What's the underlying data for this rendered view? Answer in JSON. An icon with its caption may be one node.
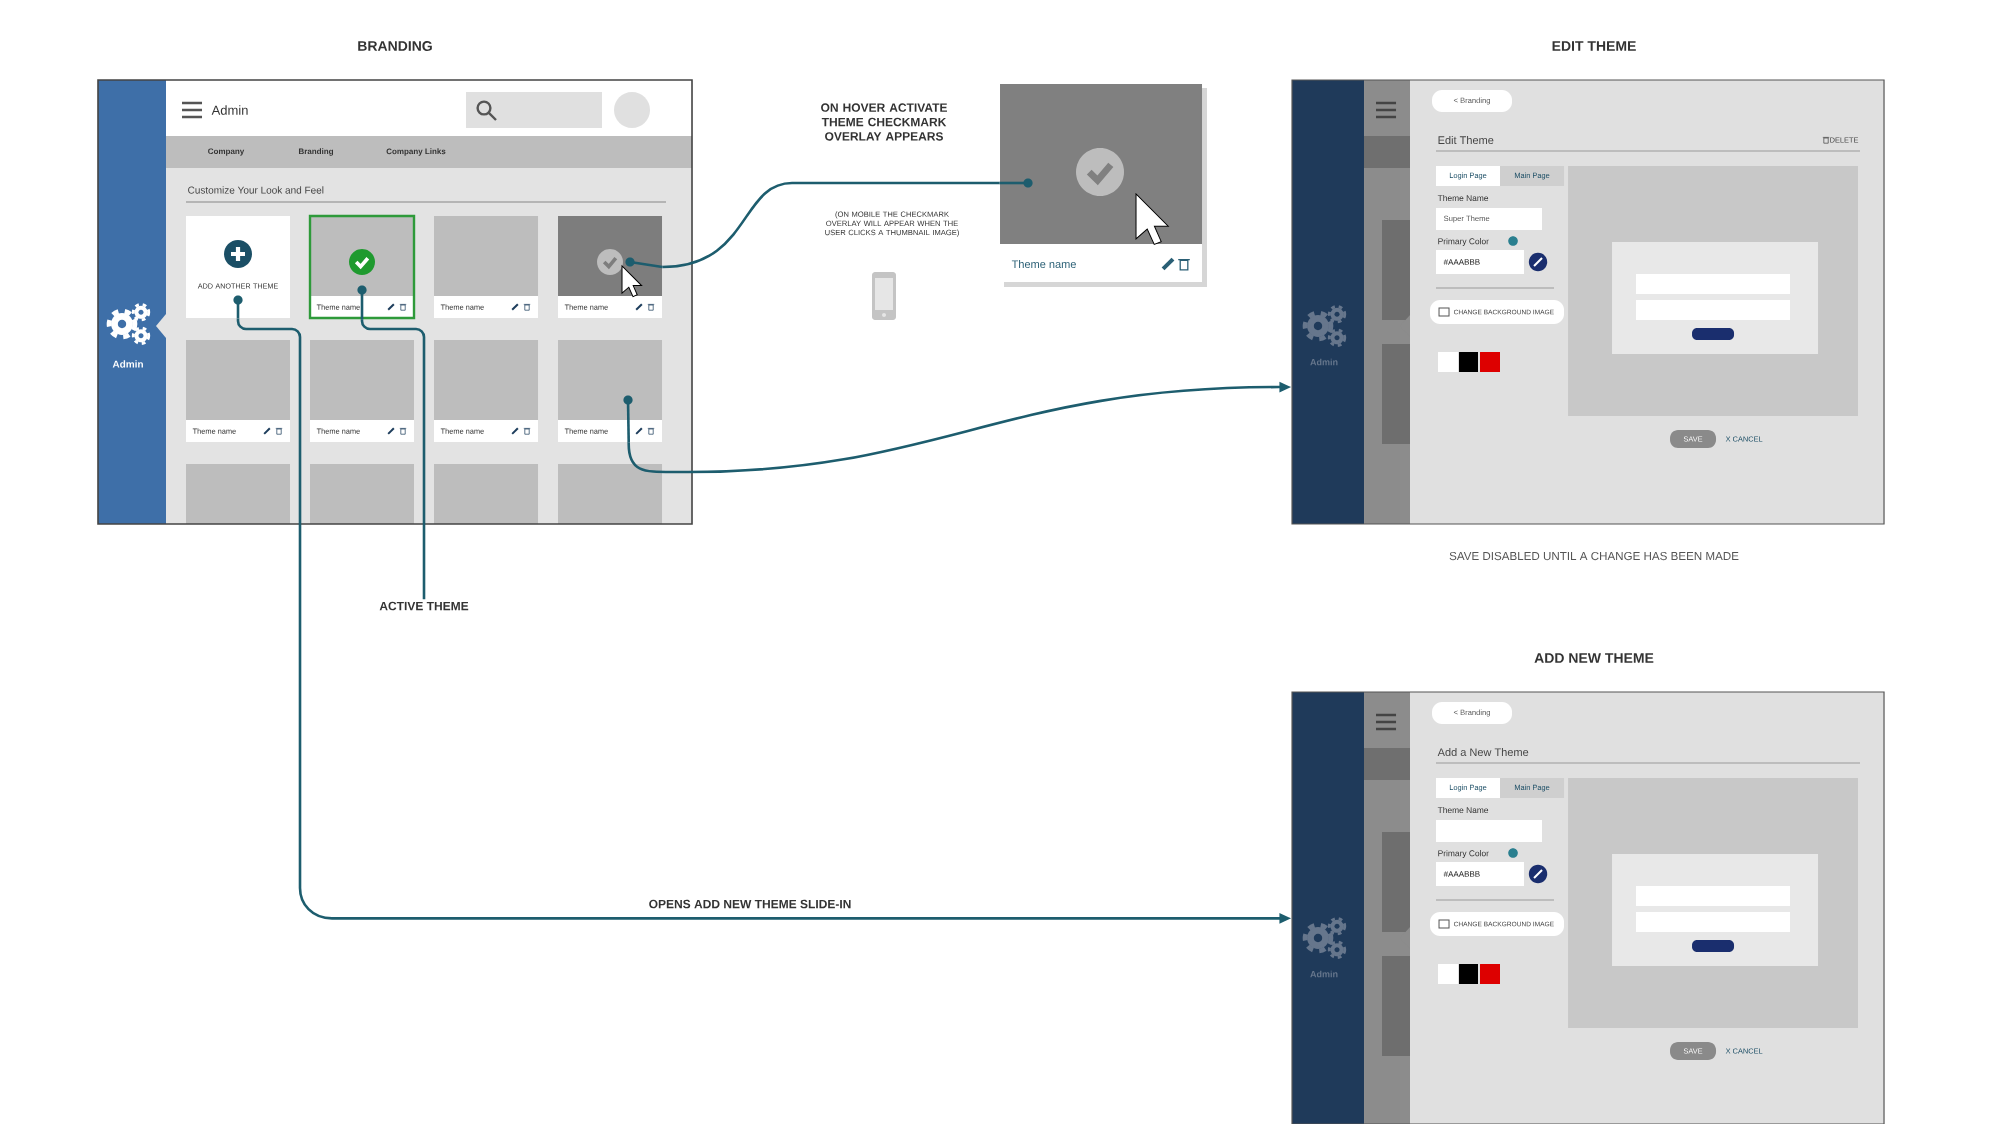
{
  "diagram": {
    "nodes": [
      {
        "text": [
          "BRANDING"
        ]
      },
      {
        "text": [
          "ADD ANOTHER THEME"
        ],
        "in": 0
      },
      {
        "text": [
          "Theme name"
        ],
        "in": 0
      },
      {
        "text": [
          "Theme name"
        ],
        "in": 0
      },
      {
        "text": [
          "Theme name"
        ],
        "in": 0
      },
      {
        "text": [
          "Theme name"
        ],
        "in": 0
      },
      {
        "text": [
          "Theme name"
        ],
        "in": 0
      },
      {
        "text": [
          "Theme name"
        ],
        "in": 0
      },
      {
        "text": [
          "Theme name"
        ],
        "in": 0
      },
      {
        "text": [],
        "shape": "box",
        "in": 0
      },
      {
        "text": [],
        "shape": "box",
        "in": 0
      },
      {
        "text": [],
        "shape": "box",
        "in": 0
      },
      {
        "text": [],
        "shape": "box",
        "in": 0
      },
      {
        "text": [
          "ACTIVE THEME"
        ]
      },
      {
        "text": [
          "Theme name"
        ]
      },
      {
        "text": [
          "EDIT THEME"
        ],
        "beside": [
          "SAVE DISABLED UNTIL A CHANGE HAS BEEN MADE"
        ]
      },
      {
        "text": [
          "ADD NEW THEME"
        ]
      }
    ],
    "edges": [
      {
        "from": 4,
        "to": 14,
        "arrow": "none"
      },
      {
        "from": 2,
        "to": 13,
        "arrow": "none"
      },
      {
        "from": 8,
        "to": 15,
        "arrow": "to"
      },
      {
        "from": 1,
        "to": 16,
        "arrow": "to",
        "label": "OPENS ADD NEW THEME SLIDE-IN"
      }
    ],
    "labels": [
      "Admin",
      "Company",
      "Branding",
      "Company Links",
      "Customize Your Look and Feel",
      "Admin",
      "ON HOVER ACTIVATE THEME CHECKMARK OVERLAY APPEARS",
      "(ON MOBILE THE CHECKMARK OVERLAY WILL APPEAR WHEN THE USER CLICKS A THUMBNAIL IMAGE)",
      "Admin",
      "< Branding",
      "Edit Theme",
      "DELETE",
      "Login Page",
      "Main Page",
      "Theme Name",
      "Super Theme",
      "Primary Color",
      "#AAABBB",
      "CHANGE BACKGROUND IMAGE",
      "SAVE",
      "X CANCEL",
      "Admin",
      "< Branding",
      "Add a New Theme",
      "Login Page",
      "Main Page",
      "Theme Name",
      "Primary Color",
      "#AAABBB",
      "CHANGE BACKGROUND IMAGE",
      "SAVE",
      "X CANCEL"
    ]
  }
}
